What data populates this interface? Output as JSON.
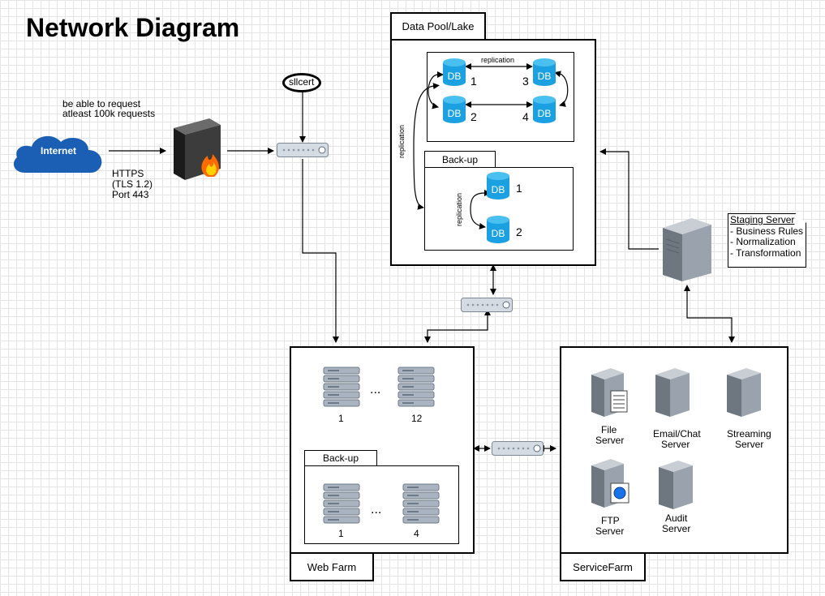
{
  "title": "Network Diagram",
  "internet": {
    "label": "Internet",
    "note_line1": "be able to request",
    "note_line2": "atleast 100k requests",
    "https_line1": "HTTPS",
    "https_line2": "(TLS 1.2)",
    "https_line3": "Port 443"
  },
  "sslcert": "sllcert",
  "data_pool": {
    "title": "Data Pool/Lake",
    "db_label": "DB",
    "replication_label": "replication",
    "db_numbers": [
      "1",
      "2",
      "3",
      "4"
    ],
    "backup": {
      "title": "Back-up",
      "numbers": [
        "1",
        "2"
      ]
    }
  },
  "staging": {
    "title": "Staging Server",
    "items": [
      "- Business Rules",
      "- Normalization",
      "- Transformation"
    ]
  },
  "web_farm": {
    "title": "Web Farm",
    "ellipsis": "...",
    "first": "1",
    "last": "12",
    "backup": {
      "title": "Back-up",
      "first": "1",
      "last": "4"
    }
  },
  "service_farm": {
    "title": "ServiceFarm",
    "file_server": [
      "File",
      "Server"
    ],
    "email_server": [
      "Email/Chat",
      "Server"
    ],
    "streaming_server": [
      "Streaming",
      "Server"
    ],
    "ftp_server": [
      "FTP",
      "Server"
    ],
    "audit_server": [
      "Audit",
      "Server"
    ]
  },
  "colors": {
    "cloud": "#1a5fb4",
    "db": "#1ba1e2",
    "server": "#9aa3ad",
    "router": "#d5dbe3",
    "fire": "#ff6a00"
  }
}
